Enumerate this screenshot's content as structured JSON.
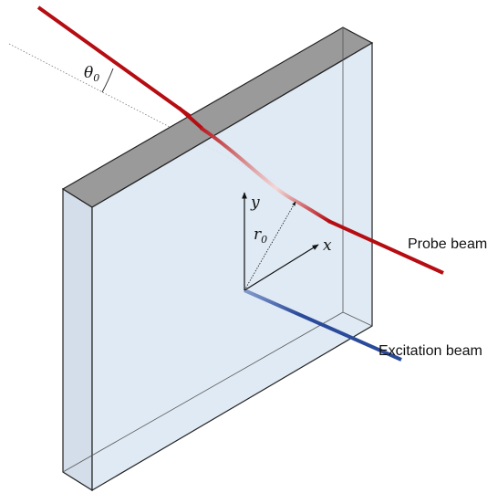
{
  "labels": {
    "probe_beam": "Probe beam",
    "excitation_beam": "Excitation beam",
    "theta_symbol": "θ",
    "theta_subscript": "0",
    "r_symbol": "r",
    "r_subscript": "0",
    "x_axis": "x",
    "y_axis": "y"
  },
  "colors": {
    "probe_beam": "#b50d12",
    "excitation_beam": "#2a4a9a",
    "slab_face": "#dce8f3",
    "slab_top": "#9a9a9a",
    "slab_edge": "#222222"
  }
}
